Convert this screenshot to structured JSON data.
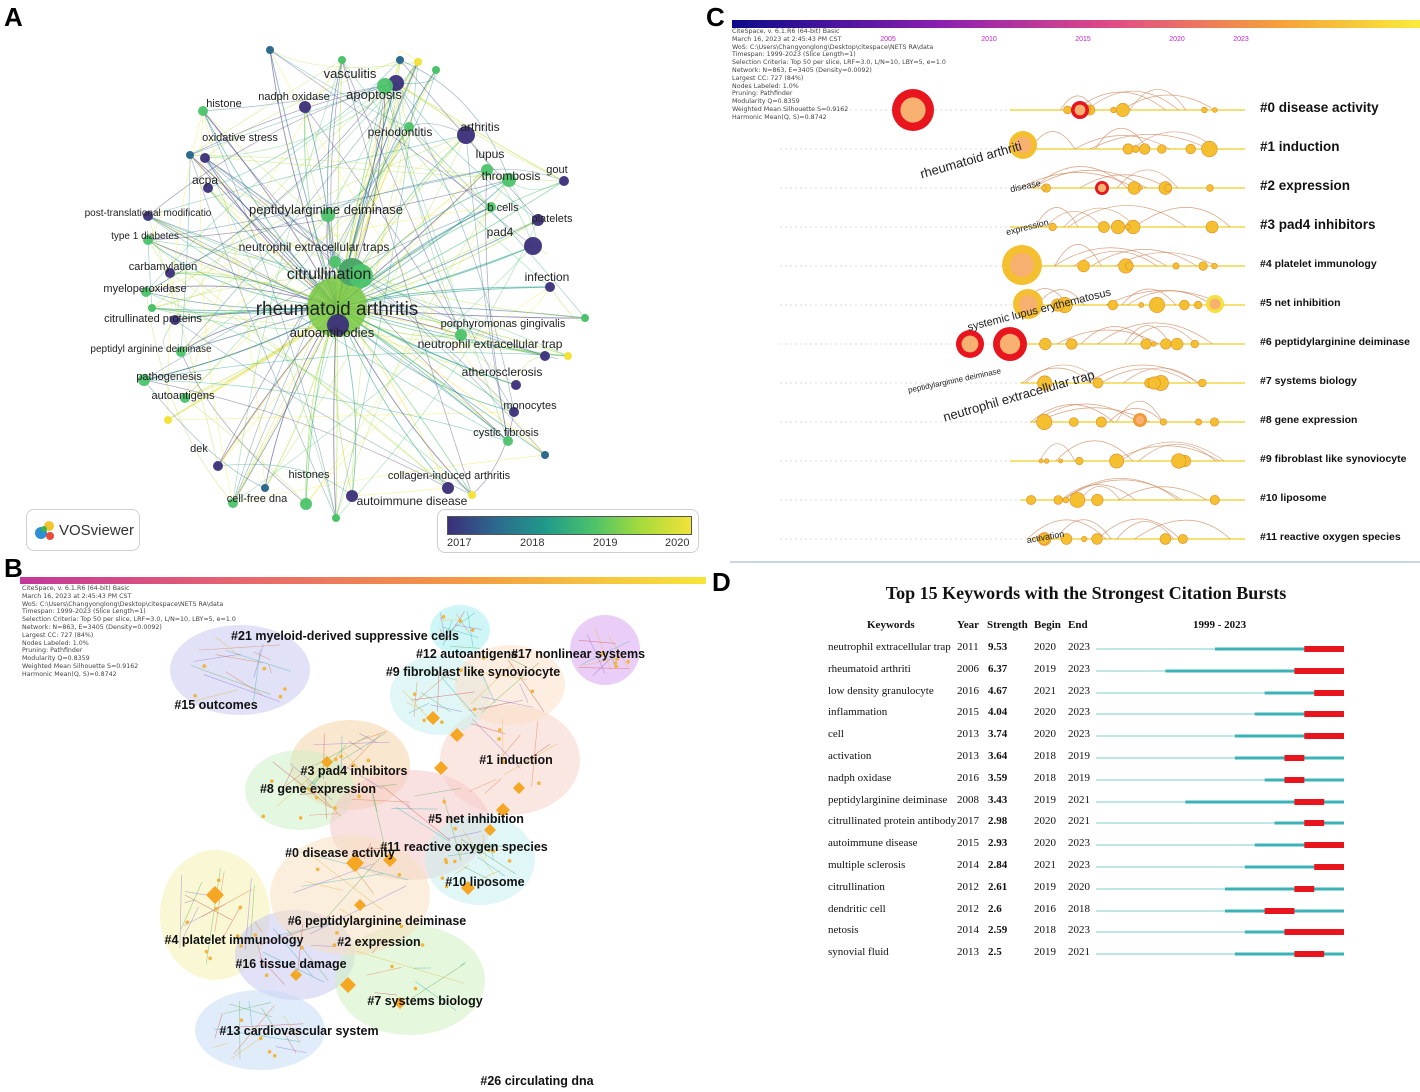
{
  "panels": {
    "a": "A",
    "b": "B",
    "c": "C",
    "d": "D"
  },
  "panel_a": {
    "logo_text": "VOSviewer",
    "legend_ticks": [
      "2017",
      "2018",
      "2019",
      "2020"
    ],
    "legend_colors": [
      "#3b2f7a",
      "#2c6a8e",
      "#1f9a8a",
      "#4cc36a",
      "#a8dc3a",
      "#f2e23a"
    ],
    "center_label": "rheumatoid arthritis",
    "labels": [
      {
        "t": "vasculitis"
      },
      {
        "t": "histone"
      },
      {
        "t": "nadph oxidase"
      },
      {
        "t": "apoptosis"
      },
      {
        "t": "oxidative stress"
      },
      {
        "t": "periodontitis"
      },
      {
        "t": "arthritis"
      },
      {
        "t": "lupus"
      },
      {
        "t": "gout"
      },
      {
        "t": "thrombosis"
      },
      {
        "t": "acpa"
      },
      {
        "t": "b cells"
      },
      {
        "t": "post-translational modificatio"
      },
      {
        "t": "peptidylarginine deiminase"
      },
      {
        "t": "platelets"
      },
      {
        "t": "type 1 diabetes"
      },
      {
        "t": "pad4"
      },
      {
        "t": "neutrophil extracellular traps"
      },
      {
        "t": "carbamylation"
      },
      {
        "t": "citrullination"
      },
      {
        "t": "infection"
      },
      {
        "t": "myeloperoxidase"
      },
      {
        "t": "citrullinated proteins"
      },
      {
        "t": "porphyromonas gingivalis"
      },
      {
        "t": "autoantibodies"
      },
      {
        "t": "peptidyl arginine deiminase"
      },
      {
        "t": "neutrophil extracellular trap"
      },
      {
        "t": "pathogenesis"
      },
      {
        "t": "atherosclerosis"
      },
      {
        "t": "autoantigens"
      },
      {
        "t": "monocytes"
      },
      {
        "t": "cystic fibrosis"
      },
      {
        "t": "dek"
      },
      {
        "t": "histones"
      },
      {
        "t": "collagen-induced arthritis"
      },
      {
        "t": "cell-free dna"
      },
      {
        "t": "autoimmune disease"
      }
    ]
  },
  "panel_b": {
    "meta": "CiteSpace, v. 6.1.R6 (64-bit) Basic\nMarch 16, 2023 at 2:45:43 PM CST\nWoS: C:\\Users\\Changyonglong\\Desktop\\citespace\\NETS RA\\data\nTimespan: 1999-2023 (Slice Length=1)\nSelection Criteria: Top 50 per slice, LRF=3.0, L/N=10, LBY=5, e=1.0\nNetwork: N=863, E=3405 (Density=0.0092)\nLargest CC: 727 (84%)\nNodes Labeled: 1.0%\nPruning: Pathfinder\nModularity Q=0.8359\nWeighted Mean Silhouette S=0.9162\nHarmonic Mean(Q, S)=0.8742",
    "clusters": [
      {
        "t": "#21 myeloid-derived suppressive cells"
      },
      {
        "t": "#12 autoantigens"
      },
      {
        "t": "#17 nonlinear systems"
      },
      {
        "t": "#9 fibroblast like synoviocyte"
      },
      {
        "t": "#15 outcomes"
      },
      {
        "t": "#1 induction"
      },
      {
        "t": "#3 pad4 inhibitors"
      },
      {
        "t": "#8 gene expression"
      },
      {
        "t": "#5 net inhibition"
      },
      {
        "t": "#11 reactive oxygen species"
      },
      {
        "t": "#0 disease activity"
      },
      {
        "t": "#10 liposome"
      },
      {
        "t": "#6 peptidylarginine deiminase"
      },
      {
        "t": "#4 platelet immunology"
      },
      {
        "t": "#2 expression"
      },
      {
        "t": "#16 tissue damage"
      },
      {
        "t": "#7 systems biology"
      },
      {
        "t": "#13 cardiovascular system"
      },
      {
        "t": "#26 circulating dna"
      }
    ]
  },
  "panel_c": {
    "meta": "CiteSpace, v. 6.1.R6 (64-bit) Basic\nMarch 16, 2023 at 2:45:43 PM CST\nWoS: C:\\Users\\Changyonglong\\Desktop\\citespace\\NETS RA\\data\nTimespan: 1999-2023 (Slice Length=1)\nSelection Criteria: Top 50 per slice, LRF=3.0, L/N=10, LBY=5, e=1.0\nNetwork: N=863, E=3405 (Density=0.0092)\nLargest CC: 727 (84%)\nNodes Labeled: 1.0%\nPruning: Pathfinder\nModularity Q=0.8359\nWeighted Mean Silhouette S=0.9162\nHarmonic Mean(Q, S)=0.8742",
    "years": [
      "2005",
      "2010",
      "2015",
      "2020",
      "2023"
    ],
    "clusters": [
      "#0 disease activity",
      "#1 induction",
      "#2 expression",
      "#3 pad4 inhibitors",
      "#4 platelet immunology",
      "#5 net inhibition",
      "#6 peptidylarginine deiminase",
      "#7 systems biology",
      "#8 gene expression",
      "#9 fibroblast like synoviocyte",
      "#10 liposome",
      "#11 reactive oxygen species"
    ],
    "annotations": [
      {
        "t": "rheumatoid arthriti"
      },
      {
        "t": "disease"
      },
      {
        "t": "expression"
      },
      {
        "t": "systemic lupus erythematosus"
      },
      {
        "t": "peptidylarginine deiminase"
      },
      {
        "t": "neutrophil extracellular trap"
      },
      {
        "t": "activation"
      }
    ]
  },
  "chart_data": {
    "type": "table",
    "title": "Top 15 Keywords with the Strongest Citation Bursts",
    "columns": [
      "Keywords",
      "Year",
      "Strength",
      "Begin",
      "End",
      "1999 - 2023"
    ],
    "range": [
      1999,
      2023
    ],
    "colors": {
      "base": "#bfe6e6",
      "active": "#3bb3b6",
      "burst": "#e8141e"
    },
    "rows": [
      {
        "keyword": "neutrophil extracellular trap",
        "year": 2011,
        "strength": "9.53",
        "begin": 2020,
        "end": 2023
      },
      {
        "keyword": "rheumatoid arthriti",
        "year": 2006,
        "strength": "6.37",
        "begin": 2019,
        "end": 2023
      },
      {
        "keyword": "low density granulocyte",
        "year": 2016,
        "strength": "4.67",
        "begin": 2021,
        "end": 2023
      },
      {
        "keyword": "inflammation",
        "year": 2015,
        "strength": "4.04",
        "begin": 2020,
        "end": 2023
      },
      {
        "keyword": "cell",
        "year": 2013,
        "strength": "3.74",
        "begin": 2020,
        "end": 2023
      },
      {
        "keyword": "activation",
        "year": 2013,
        "strength": "3.64",
        "begin": 2018,
        "end": 2019
      },
      {
        "keyword": "nadph oxidase",
        "year": 2016,
        "strength": "3.59",
        "begin": 2018,
        "end": 2019
      },
      {
        "keyword": "peptidylarginine deiminase",
        "year": 2008,
        "strength": "3.43",
        "begin": 2019,
        "end": 2021
      },
      {
        "keyword": "citrullinated protein antibody",
        "year": 2017,
        "strength": "2.98",
        "begin": 2020,
        "end": 2021
      },
      {
        "keyword": "autoimmune disease",
        "year": 2015,
        "strength": "2.93",
        "begin": 2020,
        "end": 2023
      },
      {
        "keyword": "multiple sclerosis",
        "year": 2014,
        "strength": "2.84",
        "begin": 2021,
        "end": 2023
      },
      {
        "keyword": "citrullination",
        "year": 2012,
        "strength": "2.61",
        "begin": 2019,
        "end": 2020
      },
      {
        "keyword": "dendritic cell",
        "year": 2012,
        "strength": "2.6",
        "begin": 2016,
        "end": 2018
      },
      {
        "keyword": "netosis",
        "year": 2014,
        "strength": "2.59",
        "begin": 2018,
        "end": 2023
      },
      {
        "keyword": "synovial fluid",
        "year": 2013,
        "strength": "2.5",
        "begin": 2019,
        "end": 2021
      }
    ]
  }
}
